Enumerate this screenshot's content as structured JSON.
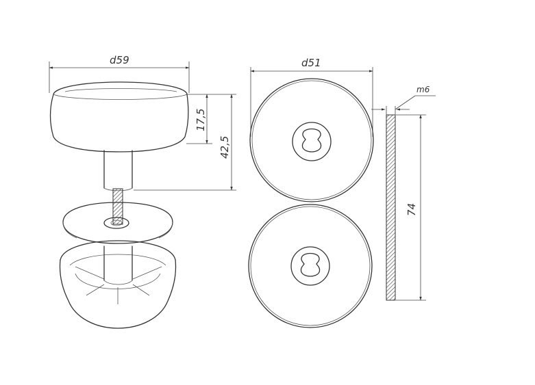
{
  "dimensions": {
    "knob_diameter": "d59",
    "knob_head_height": "17,5",
    "knob_total_height": "42,5",
    "rosette_diameter": "d51",
    "rosette_thickness": "m6",
    "rosette_height": "74"
  },
  "colors": {
    "line": "#333333",
    "background": "#ffffff"
  }
}
